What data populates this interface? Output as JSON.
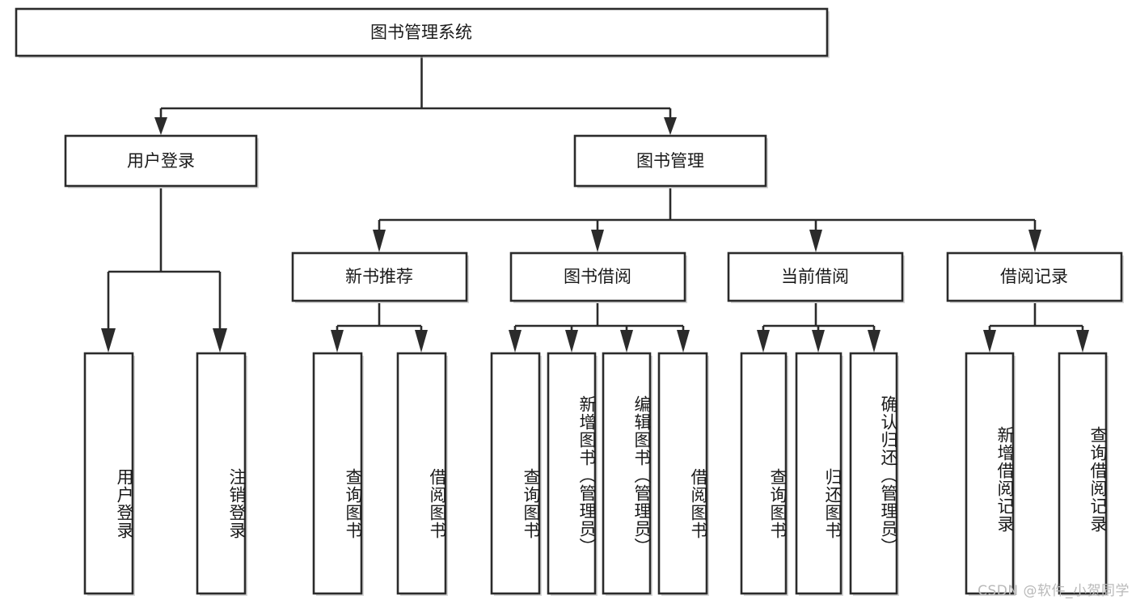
{
  "diagram": {
    "title": "图书管理系统",
    "type": "hierarchy-tree",
    "orientation": "top-down",
    "colors": {
      "box_stroke": "#2b2b2b",
      "box_fill": "#ffffff",
      "line": "#2b2b2b",
      "text": "#1a1a1a",
      "watermark": "#b9b9b9",
      "background": "#ffffff"
    },
    "levels": [
      {
        "level": 1,
        "nodes": [
          {
            "id": "root",
            "label": "图书管理系统",
            "orientation": "horizontal"
          }
        ]
      },
      {
        "level": 2,
        "nodes": [
          {
            "id": "login",
            "label": "用户登录",
            "orientation": "horizontal",
            "parent": "root"
          },
          {
            "id": "bookmgmt",
            "label": "图书管理",
            "orientation": "horizontal",
            "parent": "root"
          }
        ]
      },
      {
        "level": 3,
        "nodes": [
          {
            "id": "newbook",
            "label": "新书推荐",
            "orientation": "horizontal",
            "parent": "bookmgmt"
          },
          {
            "id": "borrow",
            "label": "图书借阅",
            "orientation": "horizontal",
            "parent": "bookmgmt"
          },
          {
            "id": "current",
            "label": "当前借阅",
            "orientation": "horizontal",
            "parent": "bookmgmt"
          },
          {
            "id": "record",
            "label": "借阅记录",
            "orientation": "horizontal",
            "parent": "bookmgmt"
          }
        ]
      },
      {
        "level": 4,
        "nodes": [
          {
            "id": "leaf-1",
            "label": "用户登录",
            "orientation": "vertical",
            "parent": "login"
          },
          {
            "id": "leaf-2",
            "label": "注销登录",
            "orientation": "vertical",
            "parent": "login"
          },
          {
            "id": "leaf-3",
            "label": "查询图书",
            "orientation": "vertical",
            "parent": "newbook"
          },
          {
            "id": "leaf-4",
            "label": "借阅图书",
            "orientation": "vertical",
            "parent": "newbook"
          },
          {
            "id": "leaf-5",
            "label": "查询图书",
            "orientation": "vertical",
            "parent": "borrow"
          },
          {
            "id": "leaf-6",
            "label": "新增图书（管理员）",
            "orientation": "vertical",
            "parent": "borrow"
          },
          {
            "id": "leaf-7",
            "label": "编辑图书（管理员）",
            "orientation": "vertical",
            "parent": "borrow"
          },
          {
            "id": "leaf-8",
            "label": "借阅图书",
            "orientation": "vertical",
            "parent": "borrow"
          },
          {
            "id": "leaf-9",
            "label": "查询图书",
            "orientation": "vertical",
            "parent": "current"
          },
          {
            "id": "leaf-10",
            "label": "归还图书",
            "orientation": "vertical",
            "parent": "current"
          },
          {
            "id": "leaf-11",
            "label": "确认归还（管理员）",
            "orientation": "vertical",
            "parent": "current"
          },
          {
            "id": "leaf-12",
            "label": "新增借阅记录",
            "orientation": "vertical",
            "parent": "record"
          },
          {
            "id": "leaf-13",
            "label": "查询借阅记录",
            "orientation": "vertical",
            "parent": "record"
          }
        ]
      }
    ],
    "watermark": "CSDN @软件_小贺同学"
  }
}
